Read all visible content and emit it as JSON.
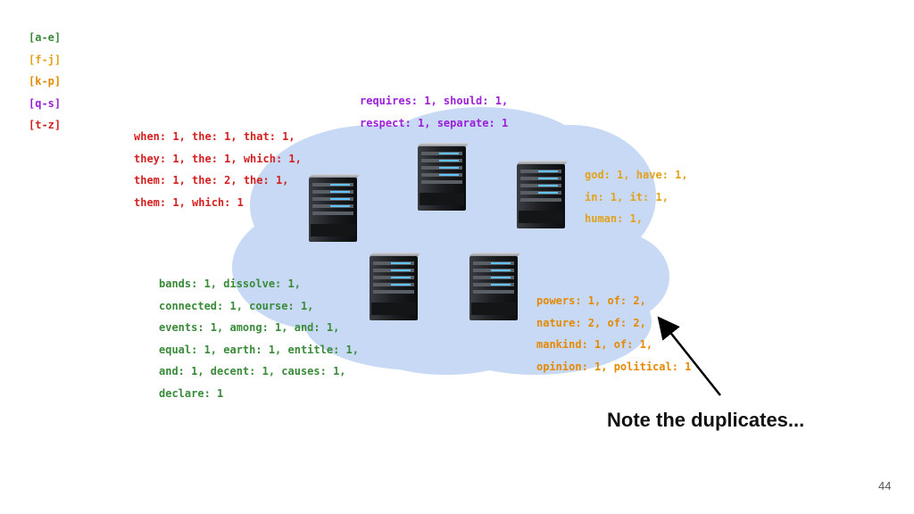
{
  "colors": {
    "a_e": "#3a8a3a",
    "f_j": "#e3a21a",
    "k_p": "#e58a00",
    "q_s": "#9b1fd8",
    "t_z": "#d42020",
    "cloud": "#c7d9f5"
  },
  "legend": {
    "a_e": "[a-e]",
    "f_j": "[f-j]",
    "k_p": "[k-p]",
    "q_s": "[q-s]",
    "t_z": "[t-z]"
  },
  "groups": {
    "purple": [
      "requires: 1, should: 1,",
      "respect: 1, separate: 1"
    ],
    "red": [
      "when: 1, the: 1, that: 1,",
      "they: 1, the: 1, which: 1,",
      "them: 1, the: 2, the: 1,",
      "them: 1, which: 1"
    ],
    "yellow": [
      "god: 1, have: 1,",
      "in: 1, it: 1,",
      "human: 1,"
    ],
    "green": [
      "bands: 1, dissolve: 1,",
      "connected: 1, course: 1,",
      "events: 1, among: 1, and: 1,",
      "equal: 1, earth: 1, entitle: 1,",
      "and: 1, decent: 1, causes: 1,",
      "declare: 1"
    ],
    "orange": [
      "powers: 1, of: 2,",
      "nature: 2, of: 2,",
      "mankind: 1, of: 1,",
      "opinion: 1, political: 1"
    ]
  },
  "servers": [
    "server-icon",
    "server-icon",
    "server-icon",
    "server-icon",
    "server-icon"
  ],
  "note": "Note the duplicates...",
  "page_number": "44"
}
